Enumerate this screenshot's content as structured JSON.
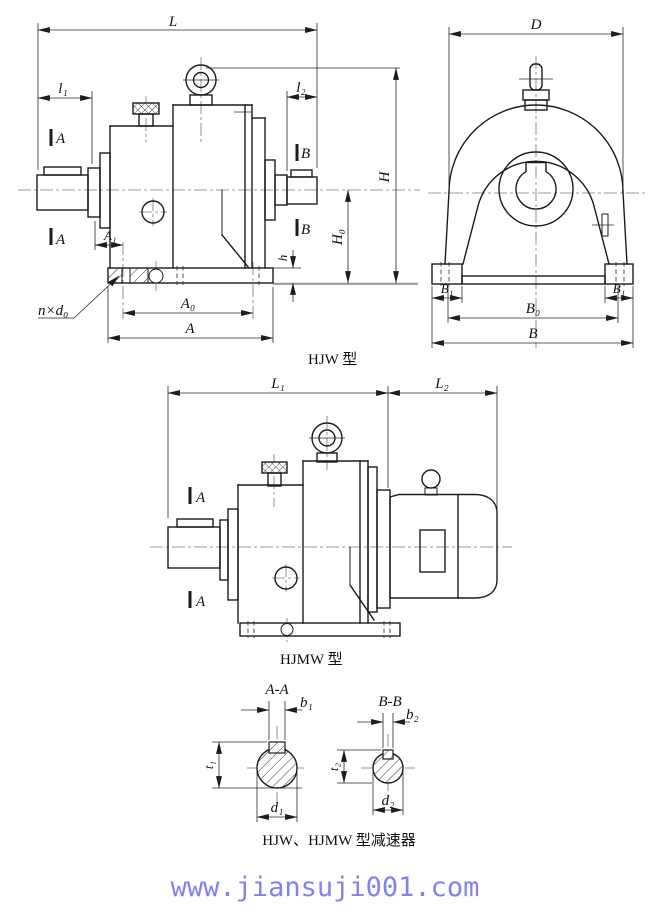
{
  "hjw": {
    "caption": "HJW 型",
    "L": "L",
    "l1": "l₁",
    "l2": "l₂",
    "H": "H",
    "H0": "H₀",
    "h": "h",
    "A1": "A₁",
    "A0": "A₀",
    "A": "A",
    "n_d0": "n×d₀",
    "sectA": "A",
    "sectB": "B"
  },
  "front": {
    "D": "D",
    "B1": "B₁",
    "B0": "B₀",
    "B": "B"
  },
  "hjmw": {
    "caption": "HJMW 型",
    "L1": "L₁",
    "L2": "L₂",
    "sectA": "A"
  },
  "sections": {
    "caption": "HJW、HJMW 型减速器",
    "aa_title": "A-A",
    "b1": "b₁",
    "t1": "t₁",
    "d1": "d₁",
    "bb_title": "B-B",
    "b2": "b₂",
    "t2": "t₂",
    "d2": "d₂"
  },
  "watermark": {
    "text": "www.jiansuji001.com",
    "color": "#8282f0"
  },
  "colors": {
    "line": "#1c1c1c",
    "ground": "#9a9a9a"
  }
}
